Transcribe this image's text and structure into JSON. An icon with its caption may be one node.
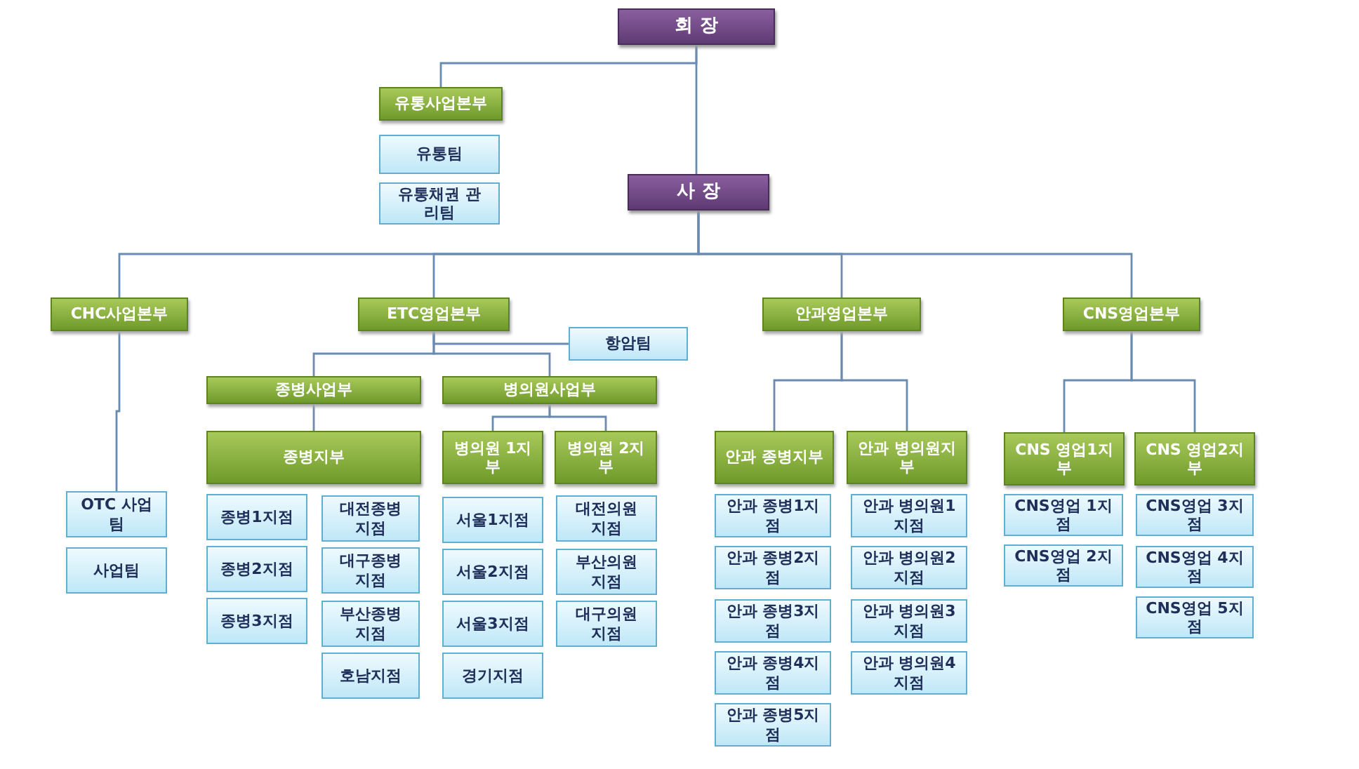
{
  "diagram": {
    "nodes": [
      {
        "text": [
          "회 장"
        ]
      },
      {
        "text": [
          "유통사업본부"
        ]
      },
      {
        "text": [
          "유통팀"
        ]
      },
      {
        "text": [
          "유통채권 관리팀"
        ]
      },
      {
        "text": [
          "사 장"
        ]
      },
      {
        "text": [
          "CHC사업본부"
        ]
      },
      {
        "text": [
          "ETC영업본부"
        ]
      },
      {
        "text": [
          "안과영업본부"
        ]
      },
      {
        "text": [
          "CNS영업본부"
        ]
      },
      {
        "text": [
          "항암팀"
        ]
      },
      {
        "text": [
          "종병사업부"
        ]
      },
      {
        "text": [
          "병의원사업부"
        ]
      },
      {
        "text": [
          "종병지부"
        ]
      },
      {
        "text": [
          "병의원 1지부"
        ]
      },
      {
        "text": [
          "병의원 2지부"
        ]
      },
      {
        "text": [
          "안과 종병지부"
        ]
      },
      {
        "text": [
          "안과 병의원지부"
        ]
      },
      {
        "text": [
          "CNS 영업1지부"
        ]
      },
      {
        "text": [
          "CNS 영업2지부"
        ]
      },
      {
        "text": [
          "OTC 사업팀"
        ]
      },
      {
        "text": [
          "사업팀"
        ]
      },
      {
        "text": [
          "종병1지점"
        ]
      },
      {
        "text": [
          "종병2지점"
        ]
      },
      {
        "text": [
          "종병3지점"
        ]
      },
      {
        "text": [
          "대전종병 지점"
        ]
      },
      {
        "text": [
          "대구종병 지점"
        ]
      },
      {
        "text": [
          "부산종병 지점"
        ]
      },
      {
        "text": [
          "호남지점"
        ]
      },
      {
        "text": [
          "서울1지점"
        ]
      },
      {
        "text": [
          "서울2지점"
        ]
      },
      {
        "text": [
          "서울3지점"
        ]
      },
      {
        "text": [
          "경기지점"
        ]
      },
      {
        "text": [
          "대전의원 지점"
        ]
      },
      {
        "text": [
          "부산의원 지점"
        ]
      },
      {
        "text": [
          "대구의원 지점"
        ]
      },
      {
        "text": [
          "안과 종병1지점"
        ]
      },
      {
        "text": [
          "안과 종병2지점"
        ]
      },
      {
        "text": [
          "안과 종병3지점"
        ]
      },
      {
        "text": [
          "안과 종병4지점"
        ]
      },
      {
        "text": [
          "안과 종병5지점"
        ]
      },
      {
        "text": [
          "안과 병의원1지점"
        ]
      },
      {
        "text": [
          "안과 병의원2지점"
        ]
      },
      {
        "text": [
          "안과 병의원3지점"
        ]
      },
      {
        "text": [
          "안과 병의원4지점"
        ]
      },
      {
        "text": [
          "CNS영업 1지점"
        ]
      },
      {
        "text": [
          "CNS영업 2지점"
        ]
      },
      {
        "text": [
          "CNS영업 3지점"
        ]
      },
      {
        "text": [
          "CNS영업 4지점"
        ]
      },
      {
        "text": [
          "CNS영업 5지점"
        ]
      }
    ],
    "edges": [
      {
        "from": 0,
        "to": 1,
        "arrow": "none"
      },
      {
        "from": 0,
        "to": 4,
        "arrow": "none"
      },
      {
        "from": 4,
        "to": 5,
        "arrow": "none"
      },
      {
        "from": 4,
        "to": 6,
        "arrow": "none"
      },
      {
        "from": 4,
        "to": 7,
        "arrow": "none"
      },
      {
        "from": 4,
        "to": 8,
        "arrow": "none"
      },
      {
        "from": 5,
        "to": 19,
        "arrow": "none"
      },
      {
        "from": 6,
        "to": 9,
        "arrow": "none"
      },
      {
        "from": 6,
        "to": 10,
        "arrow": "none"
      },
      {
        "from": 6,
        "to": 11,
        "arrow": "none"
      },
      {
        "from": 10,
        "to": 12,
        "arrow": "none"
      },
      {
        "from": 11,
        "to": 13,
        "arrow": "none"
      },
      {
        "from": 11,
        "to": 14,
        "arrow": "none"
      },
      {
        "from": 7,
        "to": 15,
        "arrow": "none"
      },
      {
        "from": 7,
        "to": 16,
        "arrow": "none"
      },
      {
        "from": 8,
        "to": 17,
        "arrow": "none"
      },
      {
        "from": 8,
        "to": 18,
        "arrow": "none"
      }
    ]
  }
}
